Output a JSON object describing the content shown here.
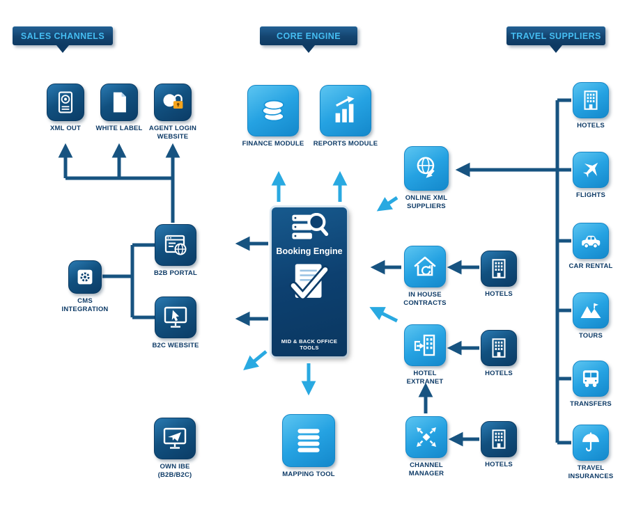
{
  "headers": {
    "sales_channels": "SALES CHANNELS",
    "core_engine": "CORE ENGINE",
    "travel_suppliers": "TRAVEL SUPPLIERS"
  },
  "nodes": {
    "xml_out": "XML OUT",
    "white_label": "WHITE LABEL",
    "agent_login": "AGENT LOGIN WEBSITE",
    "b2b_portal": "B2B PORTAL",
    "cms_integration": "CMS INTEGRATION",
    "b2c_website": "B2C WEBSITE",
    "own_ibe": "OWN IBE (B2B/B2C)",
    "finance_module": "FINANCE MODULE",
    "reports_module": "REPORTS MODULE",
    "booking_engine": "Booking Engine",
    "mid_back_office": "MID & BACK OFFICE TOOLS",
    "mapping_tool": "MAPPING TOOL",
    "online_xml_suppliers": "ONLINE XML SUPPLIERS",
    "in_house_contracts": "IN HOUSE CONTRACTS",
    "hotel_extranet": "HOTEL EXTRANET",
    "channel_manager": "CHANNEL MANAGER",
    "hotels": "HOTELS",
    "flights": "FLIGHTS",
    "car_rental": "CAR RENTAL",
    "tours": "TOURS",
    "transfers": "TRANSFERS",
    "travel_insurances": "TRAVEL INSURANCES"
  },
  "colors": {
    "navy_tile": "#0d4372",
    "light_blue_tile": "#29a9e1",
    "arrow_navy": "#175380",
    "arrow_blue": "#29a9e1",
    "label_text": "#0d3a66",
    "banner_text": "#45bdf2",
    "lock_orange": "#f6a41c"
  }
}
